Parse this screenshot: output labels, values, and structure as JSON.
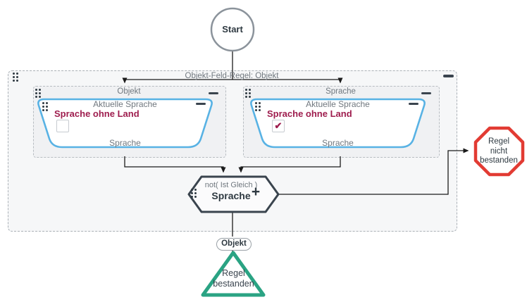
{
  "diagram": {
    "start": {
      "label": "Start"
    },
    "rule_container": {
      "title": "Objekt-Feld-Regel: Objekt"
    },
    "groups": [
      {
        "title": "Objekt",
        "shape": {
          "header": "Aktuelle Sprache",
          "field_label": "Sprache ohne Land",
          "checkbox_checked": false,
          "check_glyph": "",
          "footer": "Sprache"
        }
      },
      {
        "title": "Sprache",
        "shape": {
          "header": "Aktuelle Sprache",
          "field_label": "Sprache ohne Land",
          "checkbox_checked": true,
          "check_glyph": "✔",
          "footer": "Sprache"
        }
      }
    ],
    "condition": {
      "function_label": "not( Ist Gleich )",
      "value_label": "Sprache",
      "add_button": "+"
    },
    "fail_node": {
      "line1": "Regel",
      "line2": "nicht",
      "line3": "bestanden"
    },
    "edge_label": {
      "label": "Objekt"
    },
    "pass_node": {
      "line1": "Regel",
      "line2": "bestanden"
    }
  },
  "colors": {
    "shape_accent_blue": "#58b2e4",
    "field_crimson": "#9e1d4e",
    "fail_red": "#e23b33",
    "pass_green": "#2aa383",
    "node_dark": "#3a444e",
    "muted_text": "#70787f",
    "connector": "#1b1b1b"
  }
}
